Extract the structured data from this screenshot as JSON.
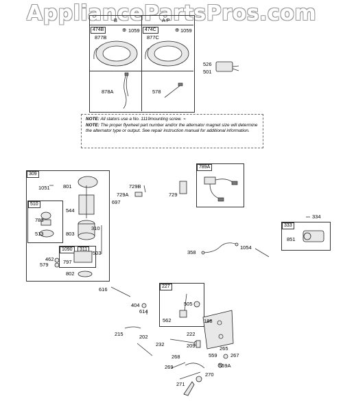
{
  "watermark": "AppliancePartsPros.com",
  "stator_section": {
    "header_left_partial": "B",
    "header_right_partial": "A P",
    "cells": {
      "c474B": "474B",
      "c474C": "474C",
      "screw_left": "1059",
      "screw_right": "1059",
      "p877B": "877B",
      "p877C": "877C",
      "p878A": "878A",
      "p578": "578"
    }
  },
  "notes": {
    "note_label_1": "NOTE:",
    "note_text_1": "All stators use a No. 1119mounting screw.",
    "note_label_2": "NOTE:",
    "note_text_2": "The proper flywheel part number and/or the alternator magnet size will determine the alternator type or output. See repair instruction manual for additional information."
  },
  "labels": {
    "p526": "526",
    "p501": "501",
    "p309": "309",
    "p1051": "1051",
    "p801": "801",
    "p510": "510",
    "p783": "783",
    "p513": "513",
    "p544": "544",
    "p310": "310",
    "p803": "803",
    "p1090": "1090",
    "p311": "311",
    "p462": "462",
    "p579": "579",
    "p797": "797",
    "p503": "503",
    "p802": "802",
    "p729B": "729B",
    "p729A": "729A",
    "p697": "697",
    "p729": "729",
    "p789A": "789A",
    "p334": "334",
    "p333": "333",
    "p851": "851",
    "p358": "358",
    "p1054": "1054",
    "p616": "616",
    "p404": "404",
    "p614": "614",
    "p227": "227",
    "p505": "505",
    "p562": "562",
    "p188": "188",
    "p215": "215",
    "p202": "202",
    "p222": "222",
    "p232": "232",
    "p209": "209",
    "p265": "265",
    "p268": "268",
    "p559": "559",
    "p267": "267",
    "p269": "269",
    "p559A": "559A",
    "p270": "270",
    "p271": "271"
  }
}
